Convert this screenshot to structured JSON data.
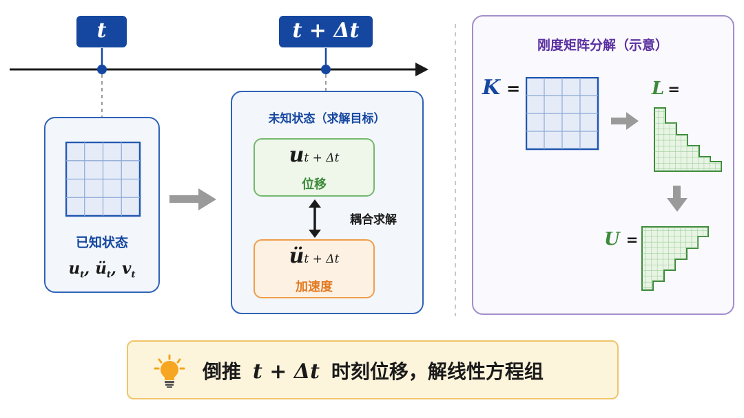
{
  "timeline": {
    "t_label": "t",
    "t_dt_label": "t + Δt"
  },
  "known_state": {
    "title": "已知状态",
    "vars": "u",
    "vars_text": "u t , ü t , v t"
  },
  "unknown_state": {
    "title": "未知状态（求解目标）",
    "displacement_symbol": "u",
    "displacement_sub": "t + Δt",
    "displacement_label": "位移",
    "acceleration_symbol": "ü",
    "acceleration_sub": "t + Δt",
    "acceleration_label": "加速度",
    "coupled_label": "耦合求解"
  },
  "decomposition": {
    "title": "刚度矩阵分解（示意）",
    "K_label": "K",
    "L_label": "L",
    "U_label": "U",
    "equals": "="
  },
  "banner": {
    "text_prefix": "倒推",
    "text_math": "t + Δt",
    "text_suffix": "时刻位移，解线性方程组"
  },
  "colors": {
    "navy": "#1547a0",
    "blue_border": "#2f63b8",
    "green": "#3c8a3a",
    "orange": "#e27a22",
    "purple_border": "#a28dcc",
    "arrow_gray": "#9a9a9a"
  }
}
